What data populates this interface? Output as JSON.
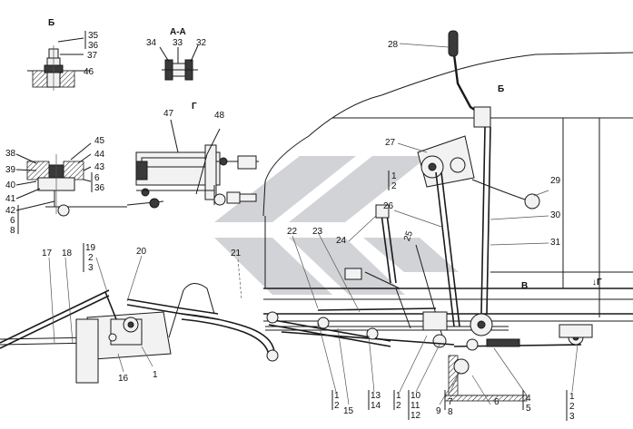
{
  "colors": {
    "ink": "#1a1a1a",
    "watermark": "#c9ccd0",
    "background": "#ffffff"
  },
  "watermark": {
    "name": "chevron-logo-watermark"
  },
  "section_titles": {
    "b": "Б",
    "aa": "А-А",
    "g": "Г",
    "b_main": "Б",
    "v": "В",
    "g_arrow": "↓Г"
  },
  "labels": {
    "n1": "1",
    "n6": "6",
    "n9": "9",
    "n15": "15",
    "n16": "16",
    "n17": "17",
    "n18": "18",
    "n20": "20",
    "n21": "21",
    "n22": "22",
    "n23": "23",
    "n24": "24",
    "n25": "25",
    "n26": "26",
    "n27": "27",
    "n28": "28",
    "n29": "29",
    "n30": "30",
    "n31": "31",
    "n32": "32",
    "n33": "33",
    "n34": "34",
    "n37": "37",
    "n38": "38",
    "n39": "39",
    "n40": "40",
    "n41": "41",
    "n43": "43",
    "n44": "44",
    "n45": "45",
    "n46": "46",
    "n47": "47",
    "n48": "48"
  },
  "stacks": {
    "s35_36": [
      "35",
      "36"
    ],
    "s19_2_3": [
      "19",
      "2",
      "3"
    ],
    "s6_36": [
      "6",
      "36"
    ],
    "s42_6_8": [
      "42",
      "6",
      "8"
    ],
    "s1_2_mid": [
      "1",
      "2"
    ],
    "s1_2_bl": [
      "1",
      "2"
    ],
    "s13_14": [
      "13",
      "14"
    ],
    "s1_2_b2": [
      "1",
      "2"
    ],
    "s10_11_12": [
      "10",
      "11",
      "12"
    ],
    "s7_8": [
      "7",
      "8"
    ],
    "s4_5": [
      "4",
      "5"
    ],
    "s1_2_3_r": [
      "1",
      "2",
      "3"
    ]
  }
}
